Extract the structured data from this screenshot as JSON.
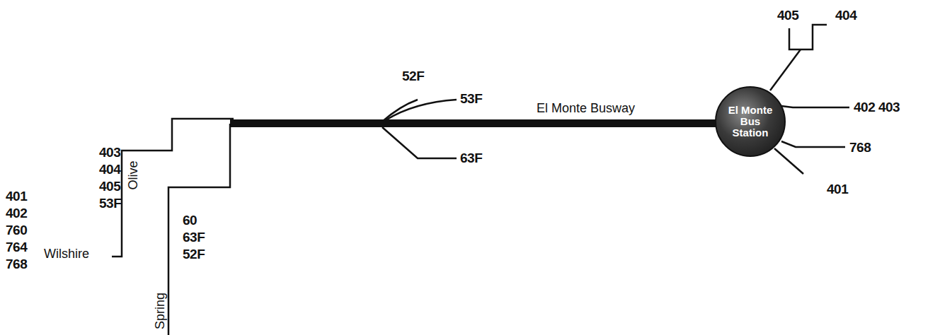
{
  "diagram": {
    "nodes": [
      {
        "text": [
          "El Monte Bus Station"
        ]
      }
    ],
    "labels": [
      "405",
      "404",
      "52F",
      "53F",
      "El Monte Busway",
      "402 403",
      "768",
      "63F",
      "401",
      "403",
      "404",
      "405",
      "53F",
      "Olive",
      "401",
      "402",
      "760",
      "764",
      "768",
      "Wilshire",
      "60",
      "63F",
      "52F",
      "Spring"
    ]
  }
}
